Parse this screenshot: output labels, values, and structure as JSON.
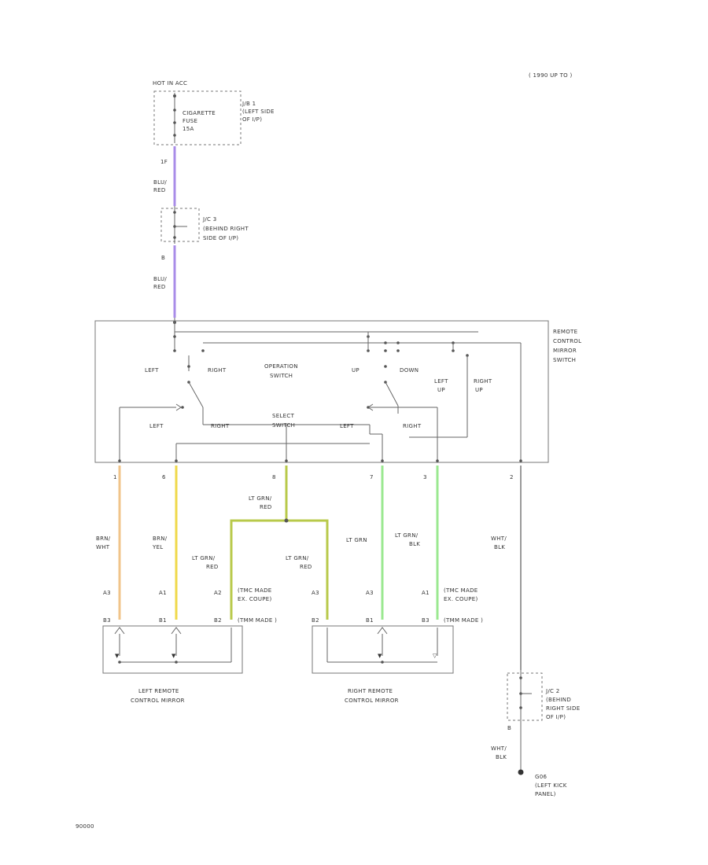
{
  "header": {
    "year_range": "( 1990 UP TO )"
  },
  "footer": {
    "code": "90000"
  },
  "colors": {
    "violet": "#a98ce8",
    "orange": "#f0c48a",
    "yellow": "#efd84a",
    "olive": "#b8c94a",
    "green": "#9be890",
    "grey": "#9a9a9a"
  },
  "power": {
    "hot_label": "HOT IN ACC",
    "fuse_label": [
      "CIGARETTE",
      "FUSE",
      "15A"
    ],
    "junction_label": [
      "J/B 1",
      "(LEFT SIDE",
      "OF I/P)"
    ],
    "pin_1": "1F"
  },
  "wires": {
    "feed_color": [
      "BLU/",
      "RED"
    ],
    "jc_label": [
      "J/C 3",
      "(BEHIND RIGHT",
      "SIDE OF I/P)"
    ],
    "jc_pin": "B",
    "feed_color_2": [
      "BLU/",
      "RED"
    ],
    "mid_color": [
      "LT GRN/",
      "RED"
    ],
    "c1": [
      "BRN/",
      "WHT"
    ],
    "c2": [
      "BRN/",
      "YEL"
    ],
    "c3": [
      "LT GRN/",
      "RED"
    ],
    "c4": [
      "LT GRN/",
      "RED"
    ],
    "c5": "LT GRN",
    "c6": [
      "LT GRN/",
      "BLK"
    ],
    "c7": [
      "WHT/",
      "BLK"
    ],
    "jc2_label": [
      "J/C 2",
      "(BEHIND",
      "RIGHT SIDE",
      "OF I/P)"
    ],
    "jc2_pin": "B",
    "ground_color": [
      "WHT/",
      "BLK"
    ],
    "ground_label": [
      "G06",
      "(LEFT KICK",
      "PANEL)"
    ]
  },
  "switch": {
    "name": [
      "REMOTE",
      "CONTROL",
      "MIRROR",
      "SWITCH"
    ],
    "operation": [
      "OPERATION",
      "SWITCH"
    ],
    "select": [
      "SELECT",
      "SWITCH"
    ],
    "left_top": "LEFT",
    "right_top": "RIGHT",
    "up": "UP",
    "down": "DOWN",
    "left_up": [
      "LEFT",
      "UP"
    ],
    "right_up": [
      "RIGHT",
      "UP"
    ],
    "left_bottom": "LEFT",
    "right_bottom": "RIGHT",
    "right_mid": "RIGHT",
    "left_mid": "LEFT",
    "pins": [
      "1",
      "6",
      "8",
      "7",
      "3",
      "2"
    ]
  },
  "mirrors": {
    "cavities_left": [
      "A3",
      "A1",
      "A2"
    ],
    "cavities_right": [
      "A3",
      "A3",
      "A1"
    ],
    "conn_left": [
      "B3",
      "B1",
      "B2"
    ],
    "conn_right": [
      "B2",
      "B1",
      "B3"
    ],
    "note_left": [
      "(TMC MADE",
      "EX. COUPE)"
    ],
    "note_left_2": "(TMM MADE )",
    "note_right": [
      "(TMC MADE",
      "EX. COUPE)"
    ],
    "note_right_2": "(TMM MADE )",
    "left_name": [
      "LEFT REMOTE",
      "CONTROL MIRROR"
    ],
    "right_name": [
      "RIGHT REMOTE",
      "CONTROL MIRROR"
    ]
  }
}
